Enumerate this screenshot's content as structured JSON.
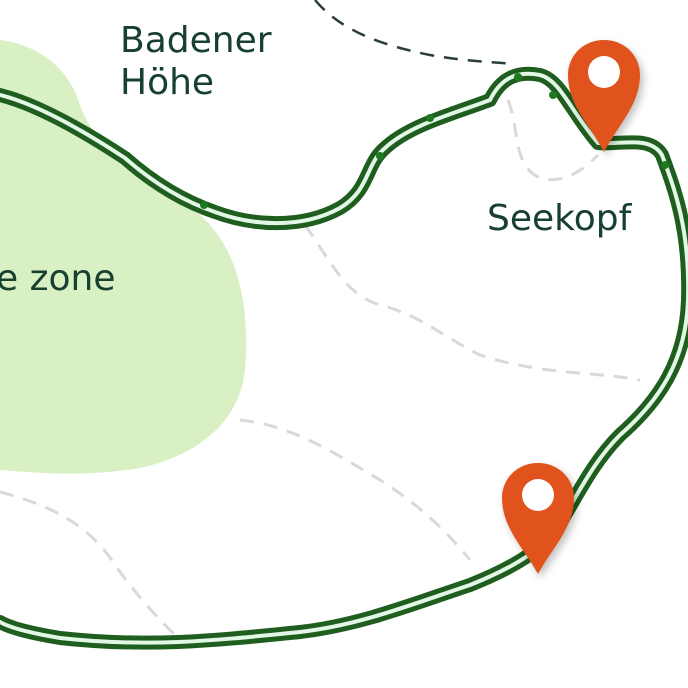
{
  "map": {
    "labels": {
      "badener_line1": "Badener",
      "badener_line2": "Höhe",
      "seekopf": "Seekopf",
      "zone": "e zone"
    },
    "colors": {
      "route": "#1f5e1f",
      "route_inner": "#e3f7e6",
      "zone_fill": "#d8f0c4",
      "pin": "#e0521c",
      "text": "#17402e"
    },
    "markers": [
      {
        "name": "pin-seekopf",
        "icon": "map-pin-icon"
      },
      {
        "name": "pin-south",
        "icon": "map-pin-icon"
      }
    ]
  }
}
